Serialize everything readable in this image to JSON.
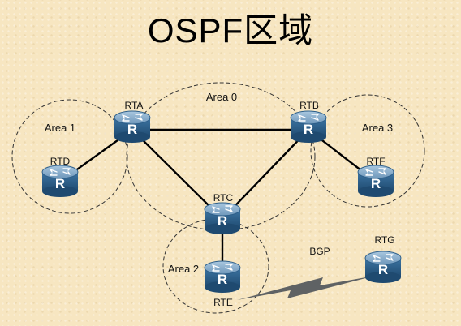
{
  "title": "OSPF区域",
  "areas": {
    "area0": "Area 0",
    "area1": "Area 1",
    "area2": "Area 2",
    "area3": "Area 3"
  },
  "routers": {
    "rta": "RTA",
    "rtb": "RTB",
    "rtc": "RTC",
    "rtd": "RTD",
    "rte": "RTE",
    "rtf": "RTF",
    "rtg": "RTG"
  },
  "bgp_label": "BGP",
  "router_glyph": "R",
  "colors": {
    "background": "#f7e6c1",
    "router_body": "#2e5f8a",
    "router_top": "#7fa6c6",
    "link": "#000000",
    "bgp_link": "#5f6264"
  }
}
